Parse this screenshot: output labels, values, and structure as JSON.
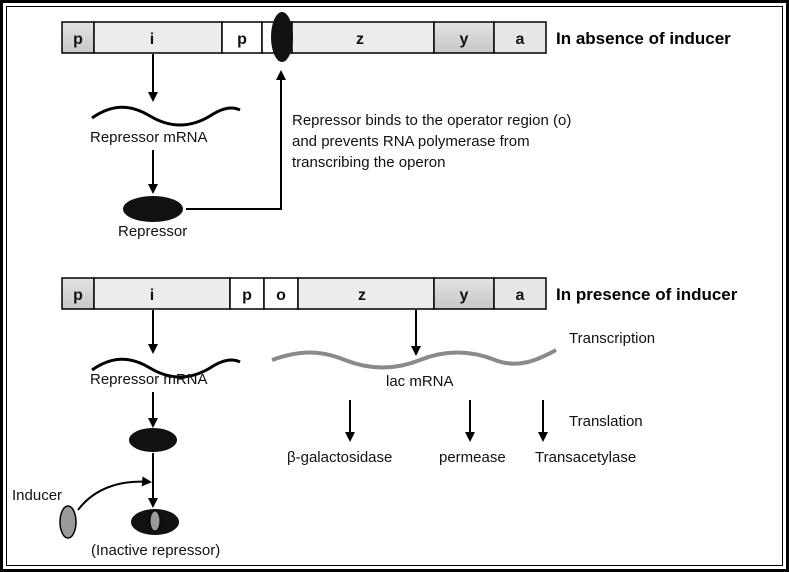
{
  "top_panel": {
    "segments": [
      "p",
      "i",
      "p",
      "z",
      "y",
      "a"
    ],
    "state_label": "In absence of inducer",
    "repressor_mrna_label": "Repressor mRNA",
    "repressor_label": "Repressor",
    "note_lines": [
      "Repressor binds to the operator region (o)",
      "and prevents RNA polymerase from",
      "transcribing the operon"
    ]
  },
  "bottom_panel": {
    "segments": [
      "p",
      "i",
      "p",
      "o",
      "z",
      "y",
      "a"
    ],
    "state_label": "In presence of inducer",
    "repressor_mrna_label": "Repressor mRNA",
    "lac_mrna_label": "lac mRNA",
    "transcription_label": "Transcription",
    "translation_label": "Translation",
    "products": [
      "β-galactosidase",
      "permease",
      "Transacetylase"
    ],
    "inducer_label": "Inducer",
    "inactive_repressor_label": "(Inactive repressor)"
  },
  "colors": {
    "segment_shaded": "#d4d4d4",
    "segment_light": "#ececec",
    "lac_mrna": "#8a8a8a",
    "inducer": "#9a9a9a"
  }
}
